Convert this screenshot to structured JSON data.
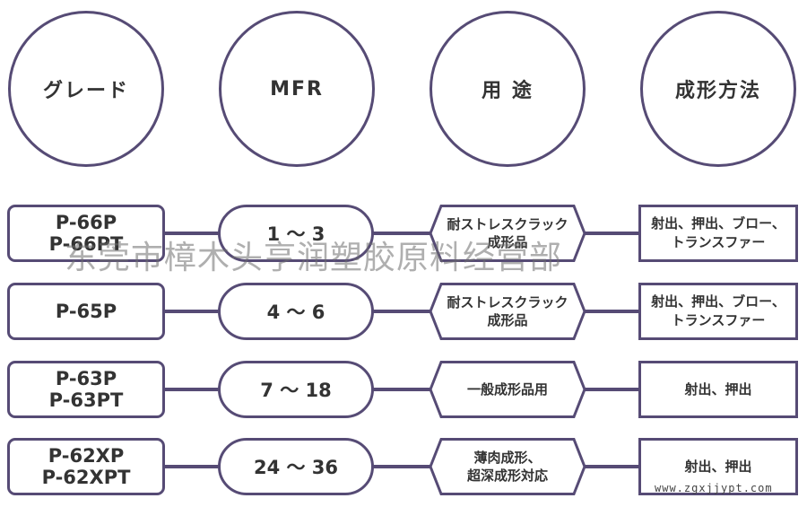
{
  "headers": [
    "グレード",
    "MFR",
    "用 途",
    "成形方法"
  ],
  "rows": [
    {
      "grade": [
        "P-66P",
        "P-66PT"
      ],
      "mfr": "1 ～ 3",
      "use": [
        "耐ストレスクラック",
        "成形品"
      ],
      "method": [
        "射出、押出、ブロー、",
        "トランスファー"
      ]
    },
    {
      "grade": [
        "P-65P"
      ],
      "mfr": "4 ～ 6",
      "use": [
        "耐ストレスクラック",
        "成形品"
      ],
      "method": [
        "射出、押出、ブロー、",
        "トランスファー"
      ]
    },
    {
      "grade": [
        "P-63P",
        "P-63PT"
      ],
      "mfr": "7 ～ 18",
      "use": [
        "一般成形品用"
      ],
      "method": [
        "射出、押出"
      ]
    },
    {
      "grade": [
        "P-62XP",
        "P-62XPT"
      ],
      "mfr": "24 ～ 36",
      "use": [
        "薄肉成形、",
        "超深成形対応"
      ],
      "method": [
        "射出、押出"
      ]
    }
  ],
  "watermark": "东莞市樟木头亨润塑胶原料经营部",
  "site": "www.zgxjjypt.com",
  "colors": {
    "border": "#564b75",
    "text": "#333333"
  }
}
